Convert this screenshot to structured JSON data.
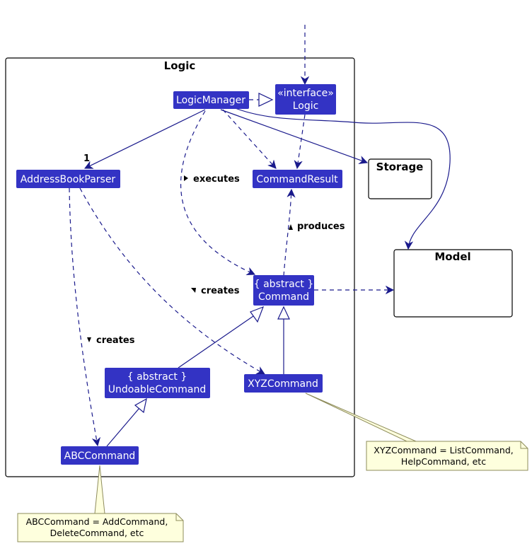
{
  "colors": {
    "class_fill": "#3333C4",
    "edge": "#1A1A8C",
    "note_fill": "#FEFFDD",
    "note_border": "#8E8C5C"
  },
  "package": {
    "title": "Logic"
  },
  "external": {
    "storage": "Storage",
    "model": "Model"
  },
  "classes": {
    "logic_manager": "LogicManager",
    "logic_interface": {
      "stereotype": "«interface»",
      "name": "Logic"
    },
    "address_book_parser": "AddressBookParser",
    "command_result": "CommandResult",
    "command": {
      "stereotype": "{ abstract }",
      "name": "Command"
    },
    "undoable_command": {
      "stereotype": "{ abstract }",
      "name": "UndoableCommand"
    },
    "xyz_command": "XYZCommand",
    "abc_command": "ABCCommand"
  },
  "labels": {
    "executes": "executes",
    "produces": "produces",
    "creates_command": "creates",
    "creates_abc": "creates",
    "multiplicity_one": "1"
  },
  "notes": {
    "xyz": {
      "line1": "XYZCommand = ListCommand,",
      "line2": "HelpCommand, etc"
    },
    "abc": {
      "line1": "ABCCommand = AddCommand,",
      "line2": "DeleteCommand, etc"
    }
  }
}
